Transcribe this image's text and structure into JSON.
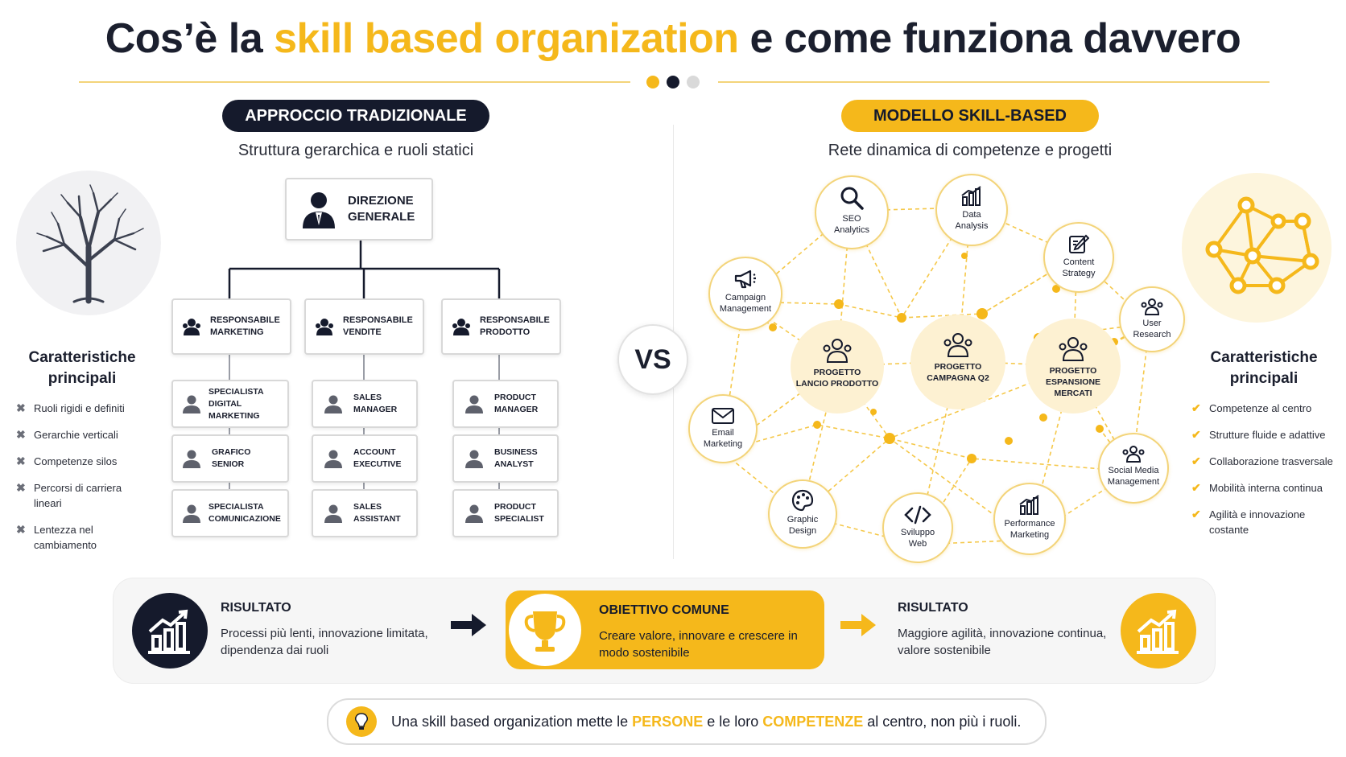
{
  "title": {
    "part1": "Cos’è la ",
    "highlight": "skill based organization",
    "part2": " e come funziona davvero"
  },
  "left": {
    "pill": "APPROCCIO TRADIZIONALE",
    "subtitle": "Struttura gerarchica e ruoli statici",
    "top_box": {
      "line1": "DIREZIONE",
      "line2": "GENERALE"
    },
    "managers": [
      {
        "line1": "RESPONSABILE",
        "line2": "MARKETING"
      },
      {
        "line1": "RESPONSABILE",
        "line2": "VENDITE"
      },
      {
        "line1": "RESPONSABILE",
        "line2": "PRODOTTO"
      }
    ],
    "columns": [
      [
        {
          "line1": "SPECIALISTA",
          "line2": "DIGITAL MARKETING"
        },
        {
          "line1": "GRAFICO",
          "line2": "SENIOR"
        },
        {
          "line1": "SPECIALISTA",
          "line2": "COMUNICAZIONE"
        }
      ],
      [
        {
          "line1": "SALES",
          "line2": "MANAGER"
        },
        {
          "line1": "ACCOUNT",
          "line2": "EXECUTIVE"
        },
        {
          "line1": "SALES",
          "line2": "ASSISTANT"
        }
      ],
      [
        {
          "line1": "PRODUCT",
          "line2": "MANAGER"
        },
        {
          "line1": "BUSINESS",
          "line2": "ANALYST"
        },
        {
          "line1": "PRODUCT",
          "line2": "SPECIALIST"
        }
      ]
    ],
    "features_title": {
      "line1": "Caratteristiche",
      "line2": "principali"
    },
    "features": [
      "Ruoli rigidi e definiti",
      "Gerarchie verticali",
      "Competenze silos",
      "Percorsi di carriera lineari",
      "Lentezza nel cambiamento"
    ],
    "mark": "✖"
  },
  "vs": "VS",
  "right": {
    "pill": "MODELLO SKILL-BASED",
    "subtitle": "Rete dinamica di competenze e progetti",
    "skills": [
      {
        "line1": "SEO",
        "line2": "Analytics",
        "icon": "search-icon"
      },
      {
        "line1": "Data",
        "line2": "Analysis",
        "icon": "bar-chart-icon"
      },
      {
        "line1": "Content",
        "line2": "Strategy",
        "icon": "edit-icon"
      },
      {
        "line1": "Campaign",
        "line2": "Management",
        "icon": "megaphone-icon"
      },
      {
        "line1": "User",
        "line2": "Research",
        "icon": "users-icon"
      },
      {
        "line1": "Email",
        "line2": "Marketing",
        "icon": "mail-icon"
      },
      {
        "line1": "Social Media",
        "line2": "Management",
        "icon": "users-icon"
      },
      {
        "line1": "Graphic",
        "line2": "Design",
        "icon": "palette-icon"
      },
      {
        "line1": "Sviluppo",
        "line2": "Web",
        "icon": "code-icon"
      },
      {
        "line1": "Performance",
        "line2": "Marketing",
        "icon": "bar-chart-icon"
      }
    ],
    "projects": [
      {
        "line1": "PROGETTO",
        "line2": "LANCIO PRODOTTO"
      },
      {
        "line1": "PROGETTO",
        "line2": "CAMPAGNA Q2"
      },
      {
        "line1": "PROGETTO",
        "line2": "ESPANSIONE MERCATI"
      }
    ],
    "features_title": {
      "line1": "Caratteristiche",
      "line2": "principali"
    },
    "features": [
      "Competenze al centro",
      "Strutture fluide e adattive",
      "Collaborazione trasversale",
      "Mobilità interna continua",
      "Agilità e innovazione costante"
    ],
    "mark": "✔"
  },
  "bottom": {
    "left": {
      "title": "RISULTATO",
      "text": "Processi più lenti, innovazione limitata, dipendenza dai ruoli"
    },
    "center": {
      "title": "OBIETTIVO COMUNE",
      "text": "Creare valore, innovare e crescere in modo sostenibile"
    },
    "right": {
      "title": "RISULTATO",
      "text": "Maggiore agilità, innovazione continua, valore sostenibile"
    }
  },
  "footer": {
    "part1": "Una skill based organization mette le ",
    "hl1": "PERSONE",
    "part2": " e le loro ",
    "hl2": "COMPETENZE",
    "part3": " al centro, non più i ruoli."
  },
  "colors": {
    "accent": "#f5b81b",
    "dark": "#151a2c",
    "light_accent": "#fdf1d2"
  }
}
